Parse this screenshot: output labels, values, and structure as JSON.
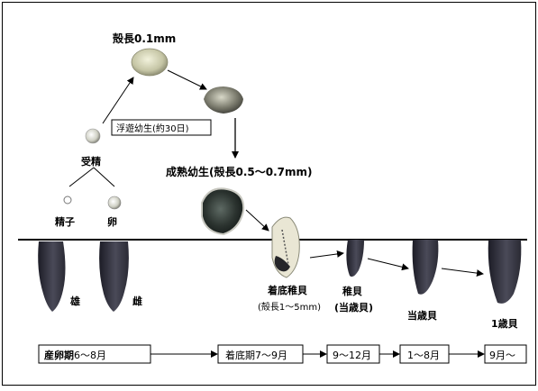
{
  "labels": {
    "shell_length": "殻長0.1mm",
    "planktonic_larva": "浮遊幼生(約30日)",
    "fertilization": "受精",
    "mature_larva": "成熟幼生(殻長0.5〜0.7mm)",
    "sperm": "精子",
    "egg": "卵",
    "male": "雄",
    "female": "雌",
    "settled_juvenile": "着底稚貝",
    "settled_size": "(殻長1〜5mm)",
    "juvenile": "稚貝",
    "current_year": "(当歳貝)",
    "current_year_shell": "当歳貝",
    "one_year": "1歳貝"
  },
  "timeline": {
    "spawning_bold": "産卵期",
    "spawning_months": "6〜8月",
    "settlement": "着底期7〜9月",
    "sep_dec": "9〜12月",
    "jan_aug": "1〜8月",
    "sep_on": "9月〜"
  },
  "colors": {
    "line": "#000000",
    "shell_dark": "#2e2e38",
    "larva": "#c7c7a8"
  }
}
